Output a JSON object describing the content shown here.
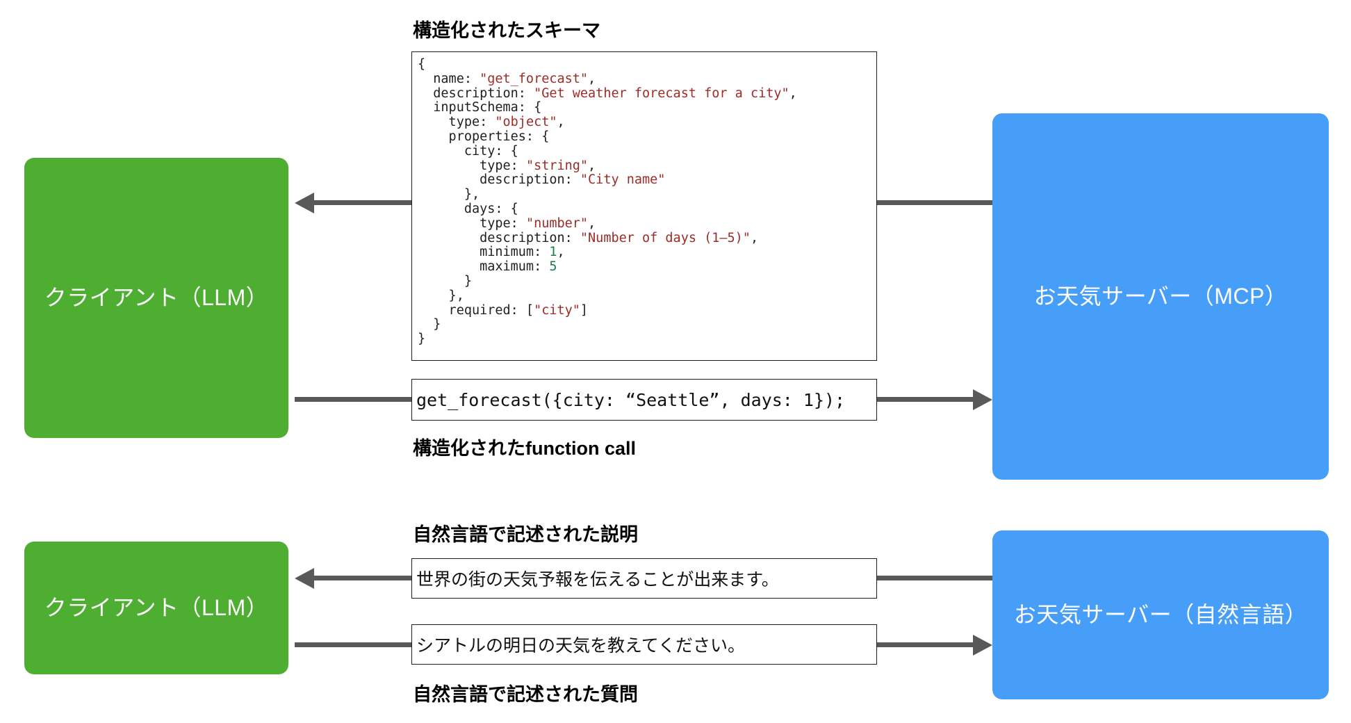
{
  "colors": {
    "client_box": "#4EAE32",
    "server_box": "#479EF9",
    "connector": "#595959",
    "code_string": "#9e2b25",
    "code_number": "#1d7a4d",
    "box_border": "#1a1a1a"
  },
  "nodes": {
    "client_top": "クライアント（LLM）",
    "client_bottom": "クライアント（LLM）",
    "server_top": "お天気サーバー（MCP）",
    "server_bottom": "お天気サーバー（自然言語）"
  },
  "captions": {
    "schema": "構造化されたスキーマ",
    "function_call": "構造化されたfunction call",
    "nl_description": "自然言語で記述された説明",
    "nl_question": "自然言語で記述された質問"
  },
  "schema_code": {
    "lines": [
      [
        {
          "t": "{",
          "c": "plain"
        }
      ],
      [
        {
          "t": "  name: ",
          "c": "plain"
        },
        {
          "t": "\"get_forecast\"",
          "c": "str"
        },
        {
          "t": ",",
          "c": "plain"
        }
      ],
      [
        {
          "t": "  description: ",
          "c": "plain"
        },
        {
          "t": "\"Get weather forecast for a city\"",
          "c": "str"
        },
        {
          "t": ",",
          "c": "plain"
        }
      ],
      [
        {
          "t": "  inputSchema: {",
          "c": "plain"
        }
      ],
      [
        {
          "t": "    type: ",
          "c": "plain"
        },
        {
          "t": "\"object\"",
          "c": "str"
        },
        {
          "t": ",",
          "c": "plain"
        }
      ],
      [
        {
          "t": "    properties: {",
          "c": "plain"
        }
      ],
      [
        {
          "t": "      city: {",
          "c": "plain"
        }
      ],
      [
        {
          "t": "        type: ",
          "c": "plain"
        },
        {
          "t": "\"string\"",
          "c": "str"
        },
        {
          "t": ",",
          "c": "plain"
        }
      ],
      [
        {
          "t": "        description: ",
          "c": "plain"
        },
        {
          "t": "\"City name\"",
          "c": "str"
        }
      ],
      [
        {
          "t": "      },",
          "c": "plain"
        }
      ],
      [
        {
          "t": "      days: {",
          "c": "plain"
        }
      ],
      [
        {
          "t": "        type: ",
          "c": "plain"
        },
        {
          "t": "\"number\"",
          "c": "str"
        },
        {
          "t": ",",
          "c": "plain"
        }
      ],
      [
        {
          "t": "        description: ",
          "c": "plain"
        },
        {
          "t": "\"Number of days (1–5)\"",
          "c": "str"
        },
        {
          "t": ",",
          "c": "plain"
        }
      ],
      [
        {
          "t": "        minimum: ",
          "c": "plain"
        },
        {
          "t": "1",
          "c": "num"
        },
        {
          "t": ",",
          "c": "plain"
        }
      ],
      [
        {
          "t": "        maximum: ",
          "c": "plain"
        },
        {
          "t": "5",
          "c": "num"
        }
      ],
      [
        {
          "t": "      }",
          "c": "plain"
        }
      ],
      [
        {
          "t": "    },",
          "c": "plain"
        }
      ],
      [
        {
          "t": "    required: [",
          "c": "plain"
        },
        {
          "t": "\"city\"",
          "c": "str"
        },
        {
          "t": "]",
          "c": "plain"
        }
      ],
      [
        {
          "t": "  }",
          "c": "plain"
        }
      ],
      [
        {
          "t": "}",
          "c": "plain"
        }
      ]
    ]
  },
  "messages": {
    "function_call": "get_forecast({city: “Seattle”, days: 1});",
    "nl_description": "世界の街の天気予報を伝えることが出来ます。",
    "nl_question": "シアトルの明日の天気を教えてください。"
  },
  "connectors": {
    "schema_direction": "server-to-client",
    "function_call_direction": "client-to-server",
    "nl_description_direction": "server-to-client",
    "nl_question_direction": "client-to-server"
  }
}
